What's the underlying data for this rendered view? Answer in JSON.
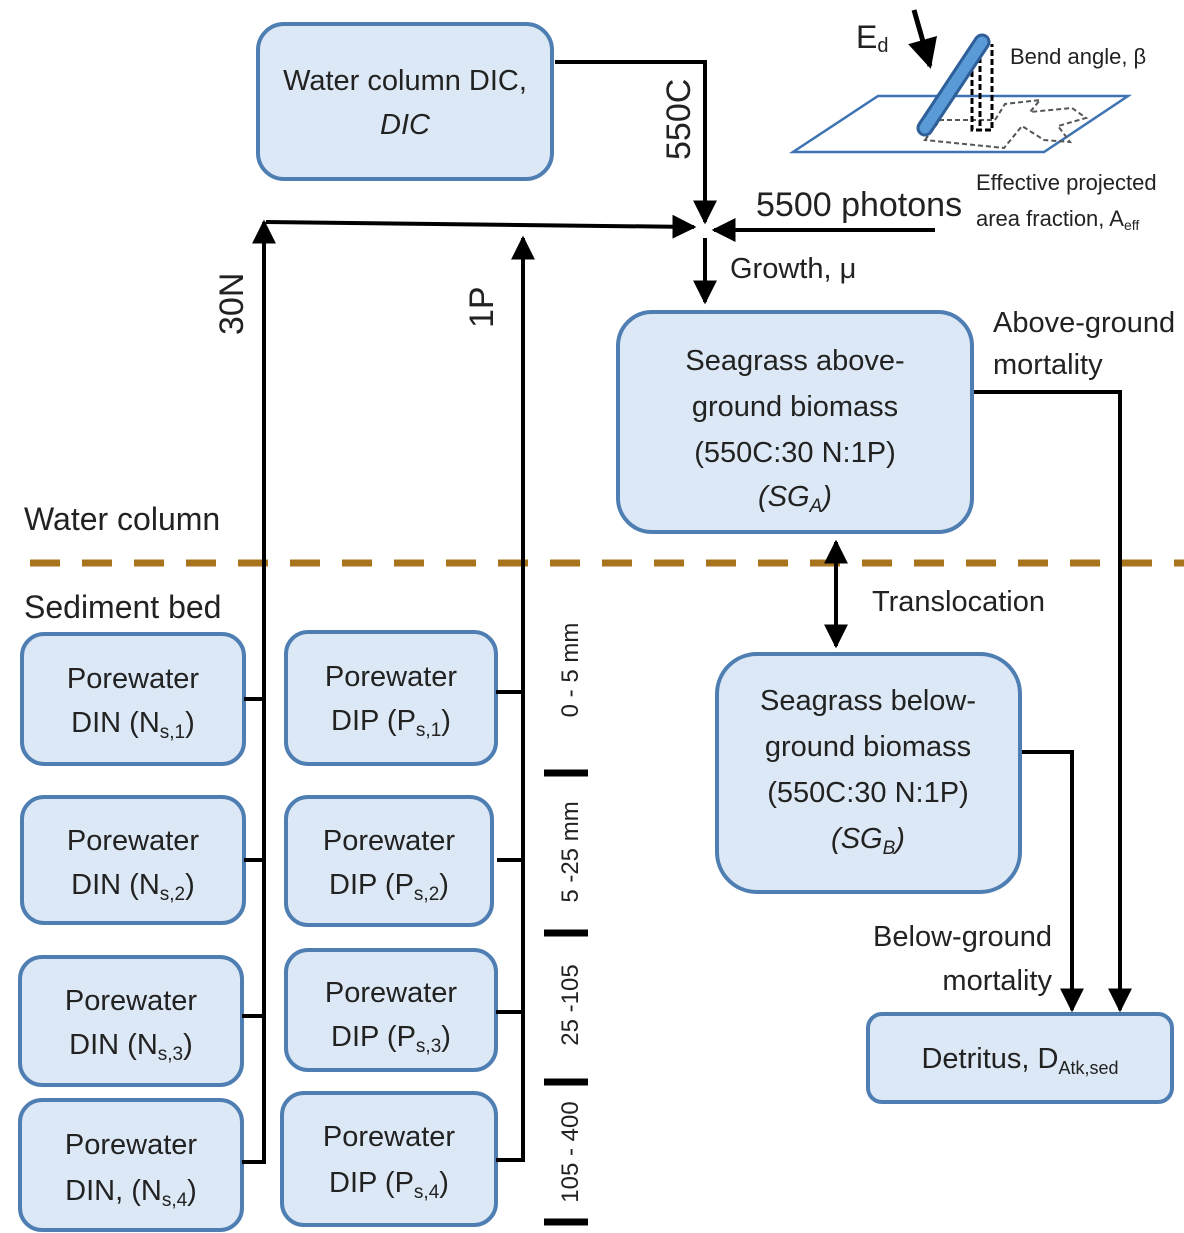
{
  "boxes": {
    "dic": {
      "line1": "Water column DIC,",
      "line2": "DIC"
    },
    "sg_above": {
      "line1": "Seagrass above-",
      "line2": "ground biomass",
      "line3": "(550C:30 N:1P)",
      "sym": "SG",
      "sub": "A"
    },
    "sg_below": {
      "line1": "Seagrass below-",
      "line2": "ground biomass",
      "line3": "(550C:30 N:1P)",
      "sym": "SG",
      "sub": "B"
    },
    "detritus": {
      "text": "Detritus, D",
      "sub": "Atk,sed"
    },
    "din": [
      {
        "line1": "Porewater",
        "pre": "DIN (N",
        "sub": "s,1",
        "post": ")"
      },
      {
        "line1": "Porewater",
        "pre": "DIN (N",
        "sub": "s,2",
        "post": ")"
      },
      {
        "line1": "Porewater",
        "pre": "DIN (N",
        "sub": "s,3",
        "post": ")"
      },
      {
        "line1": "Porewater",
        "pre": "DIN, (N",
        "sub": "s,4",
        "post": ")"
      }
    ],
    "dip": [
      {
        "line1": "Porewater",
        "pre": "DIP (P",
        "sub": "s,1",
        "post": ")"
      },
      {
        "line1": "Porewater",
        "pre": "DIP (P",
        "sub": "s,2",
        "post": ")"
      },
      {
        "line1": "Porewater",
        "pre": "DIP (P",
        "sub": "s,3",
        "post": ")"
      },
      {
        "line1": "Porewater",
        "pre": "DIP (P",
        "sub": "s,4",
        "post": ")"
      }
    ]
  },
  "flows": {
    "carbon": "550C",
    "photons": "5500 photons",
    "nitrogen": "30N",
    "phosphorus": "1P",
    "growth": "Growth, μ",
    "above_mort_1": "Above-ground",
    "above_mort_2": "mortality",
    "translocation": "Translocation",
    "below_mort_1": "Below-ground",
    "below_mort_2": "mortality"
  },
  "zones": {
    "water": "Water column",
    "sediment": "Sediment bed"
  },
  "depths": [
    "0 - 5 mm",
    "5 -25 mm",
    "25 -105",
    "105 - 400"
  ],
  "inset": {
    "ed": "E",
    "ed_sub": "d",
    "bend": "Bend angle, β",
    "eff1": "Effective projected",
    "eff2": "area fraction, A",
    "eff_sub": "eff"
  }
}
